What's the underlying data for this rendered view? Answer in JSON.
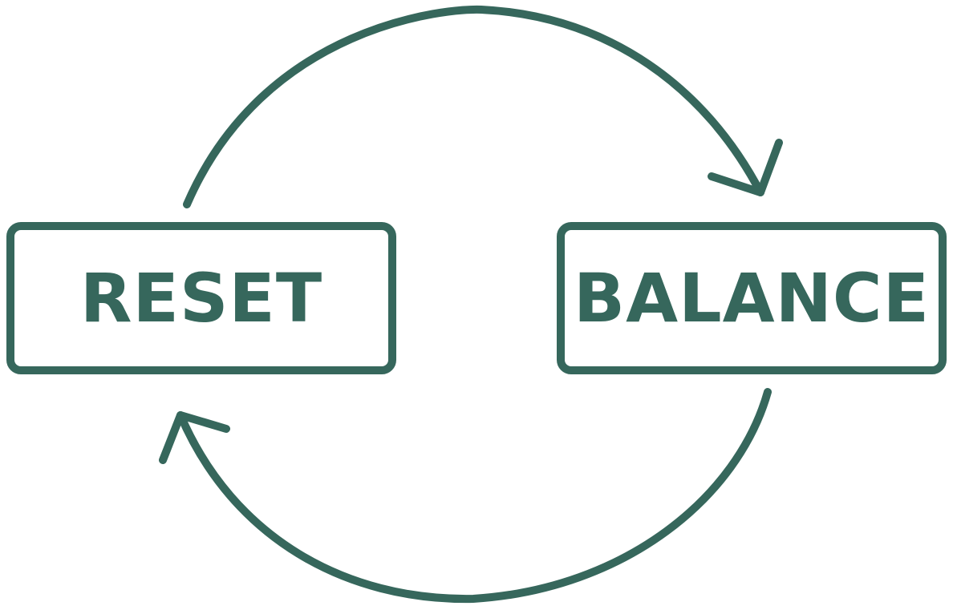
{
  "colors": {
    "stroke": "#36675c",
    "background": "#ffffff"
  },
  "nodes": [
    {
      "id": "reset",
      "label": "RESET"
    },
    {
      "id": "balance",
      "label": "BALANCE"
    }
  ],
  "edges": [
    {
      "from": "reset",
      "to": "balance",
      "direction": "clockwise-top"
    },
    {
      "from": "balance",
      "to": "reset",
      "direction": "clockwise-bottom"
    }
  ]
}
